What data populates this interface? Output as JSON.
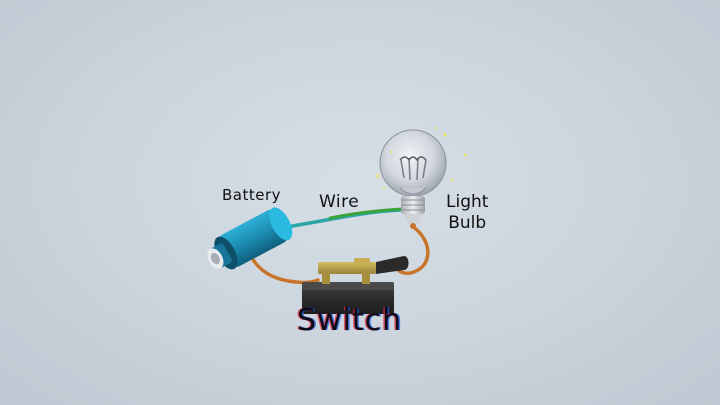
{
  "labels": {
    "battery": "Battery",
    "wire": "Wire",
    "bulb_line1": "Light",
    "bulb_line2": "Bulb",
    "switch": "Switch"
  },
  "colors": {
    "background": "#c9d2dc",
    "battery_body": "#1e8fb5",
    "wire_green": "#3aa33a",
    "wire_teal": "#2aa6a8",
    "wire_orange": "#c8742a",
    "switch_base": "#2b2b2b",
    "switch_lever": "#b9a04a"
  }
}
